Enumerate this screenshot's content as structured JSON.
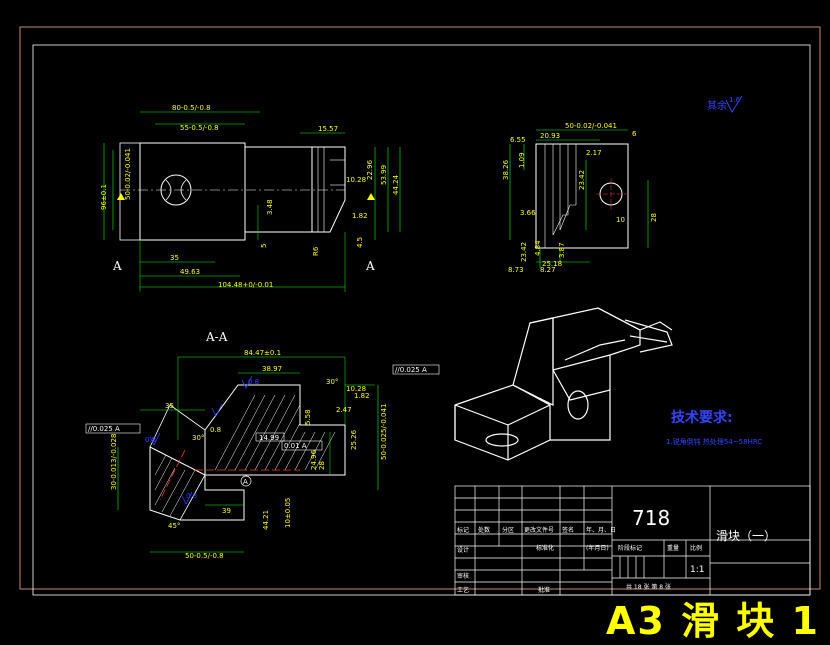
{
  "views": {
    "front_left_marker": "A",
    "front_right_marker": "A",
    "section_label": "A-A"
  },
  "roughness_label": "其余",
  "roughness_value": "1.6",
  "tech_requirements": {
    "title": "技术要求:",
    "line1": "1.锐角倒钝    热处理54~58HRC"
  },
  "dims": {
    "v1_top1": "80-0.5/-0.8",
    "v1_top2": "55-0.5/-0.8",
    "v1_15_57": "15.57",
    "v1_left_96": "96±0.1",
    "v1_left_50": "50-0.02/-0.041",
    "v1_10_28": "10.28",
    "v1_22_96": "22.96",
    "v1_53_99": "53.99",
    "v1_44_24": "44.24",
    "v1_3_48": "3.48",
    "v1_1_82": "1.82",
    "v1_35": "35",
    "v1_49_63": "49.63",
    "v1_104": "104.48+0/-0.01",
    "v1_r6": "R6",
    "v1_4_5": "4.5",
    "v1_5": "5",
    "v2_top": "50-0.02/-0.041",
    "v2_6_55": "6.55",
    "v2_20_93": "20.93",
    "v2_6": "6",
    "v2_1_09": "1.09",
    "v2_38_26": "38.26",
    "v2_2_17": "2.17",
    "v2_23_42": "23.42",
    "v2_3_66": "3.66",
    "v2_10": "10",
    "v2_28": "28",
    "v2_4_84": "4.84",
    "v2_8_73": "8.73",
    "v2_23_42b": "23.42",
    "v2_8_27": "8.27",
    "v2_25_18": "25.18",
    "v2_3_87": "3.87",
    "s_84_47": "84.47±0.1",
    "s_38_97": "38.97",
    "s_35": "35",
    "s_30": "30°",
    "s_10_28": "10.28",
    "s_1_82": "1.82",
    "s_0_025": "//0.025 A",
    "s_0_025b": "//0.025 A",
    "s_14_99": "14.99",
    "s_0_01": "0.01 A",
    "s_5_58": "5.58",
    "s_ra08a": "0.8",
    "s_ra08b": "0.8",
    "s_ra08c": "0.8",
    "s_30b": "30°",
    "s_28": "28",
    "s_24_96": "24.96",
    "s_25_26": "25.26",
    "s_50_bottom": "50-0.5/-0.8",
    "s_39": "39",
    "s_10_29": "10±0.05",
    "s_44_21": "44.21",
    "s_left_30": "30-0.013/-0.028",
    "s_50_right": "50-0.025/-0.041",
    "s_2_47": "2.47",
    "s_45": "45°",
    "s_0_8": "0.8",
    "s_A_datum": "A"
  },
  "title_block": {
    "part_number": "718",
    "part_name": "滑块（一）",
    "scale_header": "比例",
    "scale": "1:1",
    "weight_header": "重量",
    "stage_header": "阶段标记",
    "sheet_info": "共 18 张   第 8 张",
    "row_biaoji": "标记",
    "row_chushu": "处数",
    "row_fenqu": "分区",
    "row_gengai": "更改文件号",
    "row_qianming": "签名",
    "row_date": "年、月、日",
    "row_sheji": "设计",
    "row_biaozhunhua": "标准化",
    "row_shenhe": "审核",
    "row_gongyi": "工艺",
    "row_pizhun": "批准",
    "row_nianyueri": "(年月日)"
  },
  "watermark": "A3 滑 块 1",
  "colors": {
    "background": "#000000",
    "border": "#c8906a",
    "outline": "#ffffff",
    "dimension": "#00ff00",
    "dimension_text": "#ffff00",
    "centerline": "#ff3333",
    "hatch": "#ffffff",
    "annotation": "#3344ff"
  }
}
